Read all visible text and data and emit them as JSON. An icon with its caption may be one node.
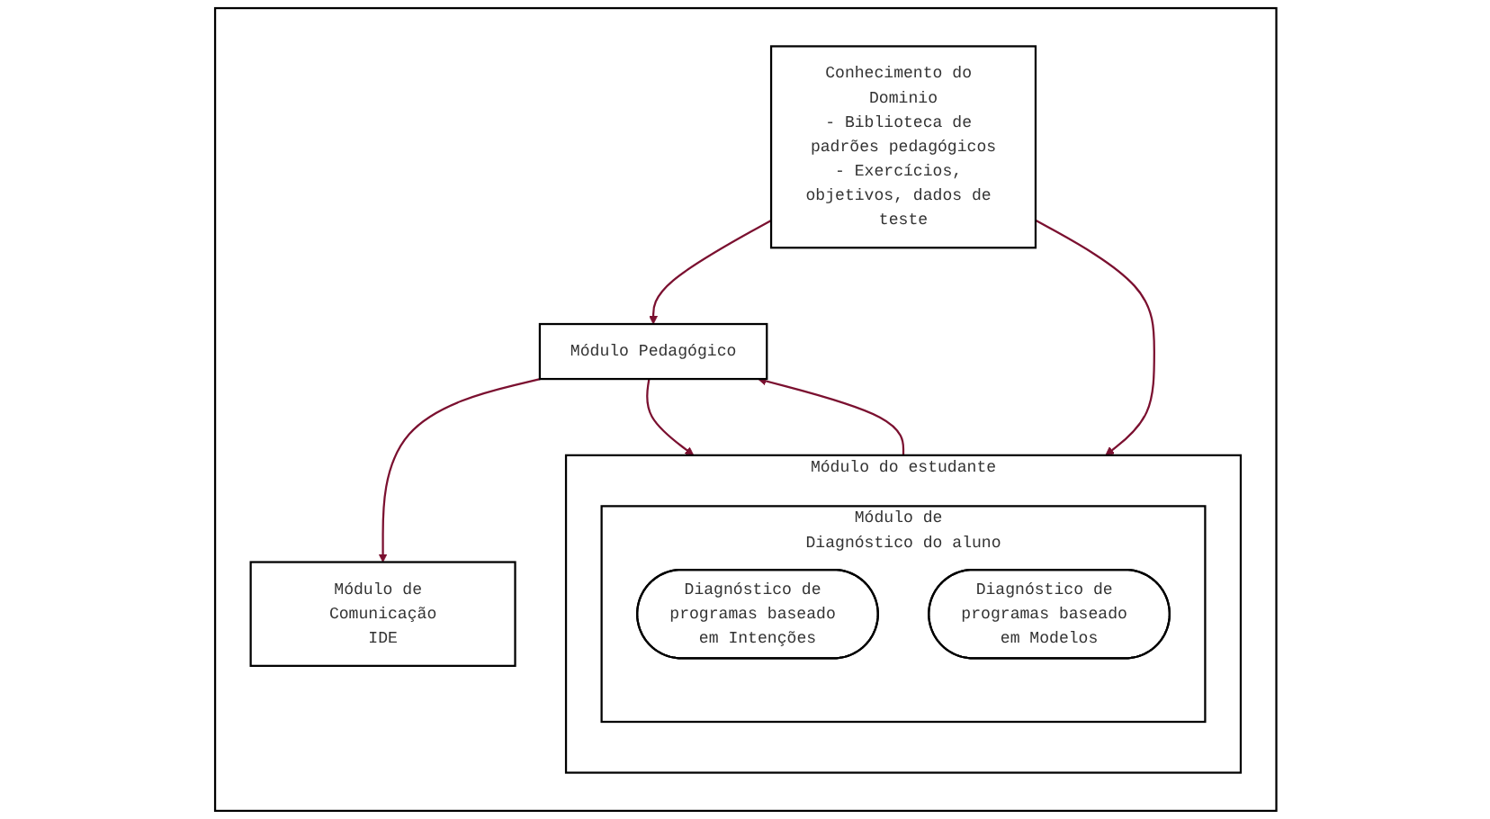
{
  "diagram": {
    "nodes": [
      {
        "text": [],
        "shape": "box"
      },
      {
        "text": [
          "Módulo do estudante"
        ],
        "in": 0
      },
      {
        "text": [
          "Módulo de Diagnóstico do aluno"
        ],
        "in": 1
      },
      {
        "text": [
          "Diagnóstico de programas baseado em Intenções"
        ],
        "in": 2
      },
      {
        "text": [
          "Diagnóstico de programas baseado em Modelos"
        ],
        "in": 2
      },
      {
        "text": [
          "Módulo Pedagógico"
        ],
        "in": 0
      },
      {
        "text": [
          "Módulo de Comunicação",
          "IDE"
        ],
        "in": 0
      },
      {
        "text": [
          "Conhecimento do Dominio",
          "- Biblioteca de padrões pedagógicos",
          "- Exercícios, objetivos, dados de teste"
        ],
        "in": 0
      }
    ],
    "edges": [
      {
        "from": 1,
        "to": 5,
        "arrow": "to"
      },
      {
        "from": 5,
        "to": 1,
        "arrow": "to"
      },
      {
        "from": 5,
        "to": 6,
        "arrow": "to"
      },
      {
        "from": 7,
        "to": 5,
        "arrow": "to"
      },
      {
        "from": 7,
        "to": 1,
        "arrow": "to"
      }
    ]
  }
}
